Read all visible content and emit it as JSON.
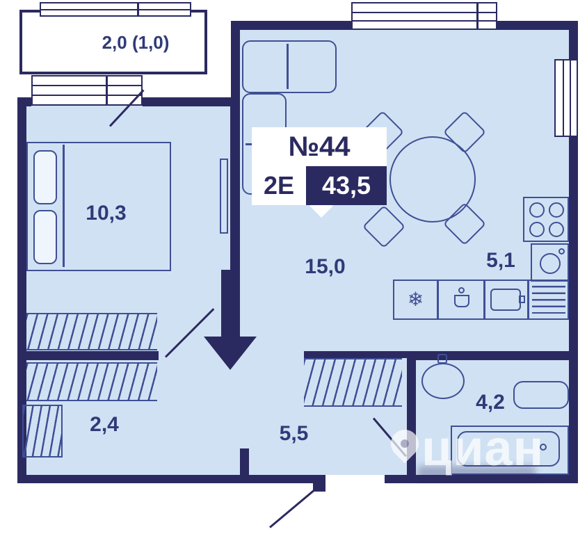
{
  "unit": {
    "number": "№44",
    "plan_type": "2Е",
    "total_area": "43,5"
  },
  "balcony": {
    "area_label": "2,0 (1,0)"
  },
  "rooms": {
    "bedroom": "10,3",
    "living": "15,0",
    "kitchen": "5,1",
    "dressing": "2,4",
    "hallway": "5,5",
    "bathroom": "4,2"
  },
  "watermark": {
    "brand": "циан"
  },
  "icons": {
    "fridge_snowflake": "❄"
  },
  "colors": {
    "wall": "#2b2a60",
    "floor": "#d0e1f3",
    "line": "#3f4f95",
    "label": "#303a78"
  }
}
